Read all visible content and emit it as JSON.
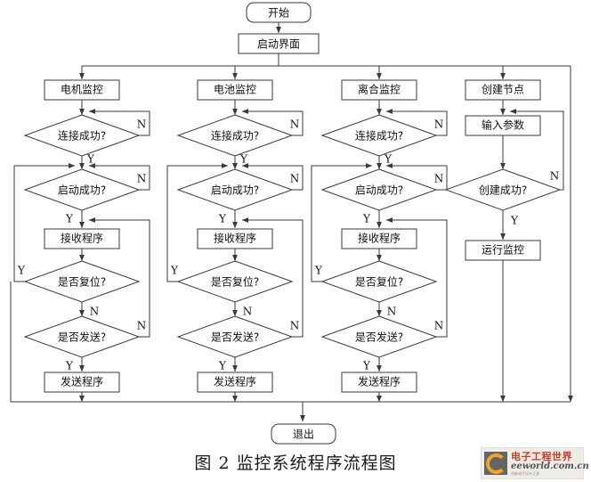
{
  "figure": {
    "caption": "图 2 监控系统程序流程图",
    "start_label": "开始",
    "startup_label": "启动界面",
    "exit_label": "退出"
  },
  "branches": {
    "yes": "Y",
    "no": "N"
  },
  "columns": [
    {
      "id": "motor",
      "header": "电机监控",
      "steps": [
        {
          "type": "decision",
          "label": "连接成功?"
        },
        {
          "type": "decision",
          "label": "启动成功?"
        },
        {
          "type": "process",
          "label": "接收程序"
        },
        {
          "type": "decision",
          "label": "是否复位?"
        },
        {
          "type": "decision",
          "label": "是否发送?"
        },
        {
          "type": "process",
          "label": "发送程序"
        }
      ]
    },
    {
      "id": "battery",
      "header": "电池监控",
      "steps": [
        {
          "type": "decision",
          "label": "连接成功?"
        },
        {
          "type": "decision",
          "label": "启动成功?"
        },
        {
          "type": "process",
          "label": "接收程序"
        },
        {
          "type": "decision",
          "label": "是否复位?"
        },
        {
          "type": "decision",
          "label": "是否发送?"
        },
        {
          "type": "process",
          "label": "发送程序"
        }
      ]
    },
    {
      "id": "clutch",
      "header": "离合监控",
      "steps": [
        {
          "type": "decision",
          "label": "连接成功?"
        },
        {
          "type": "decision",
          "label": "启动成功?"
        },
        {
          "type": "process",
          "label": "接收程序"
        },
        {
          "type": "decision",
          "label": "是否复位?"
        },
        {
          "type": "decision",
          "label": "是否发送?"
        },
        {
          "type": "process",
          "label": "发送程序"
        }
      ]
    },
    {
      "id": "node",
      "header": "创建节点",
      "steps": [
        {
          "type": "process",
          "label": "输入参数"
        },
        {
          "type": "decision",
          "label": "创建成功?"
        },
        {
          "type": "process",
          "label": "运行监控"
        }
      ]
    }
  ],
  "watermark": {
    "title": "电子工程世界",
    "domain": "eeworld.com.cn",
    "tagline": "创新电子设计之源"
  },
  "colors": {
    "stroke": "#3a3a3a",
    "fill": "#ffffff",
    "text": "#111111",
    "watermark_red": "#c6341f",
    "watermark_orange": "#f0a11e"
  }
}
